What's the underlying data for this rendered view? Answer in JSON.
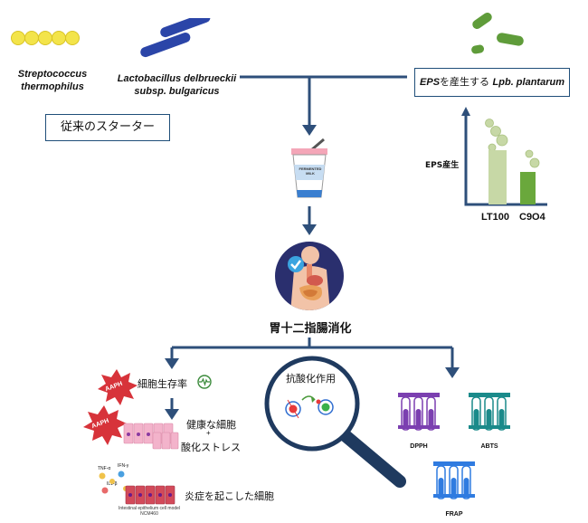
{
  "top_left": {
    "strep_label": "Streptococcus\nthermophilus",
    "lacto_label": "Lactobacillus delbrueckii\nsubsp. bulgaricus",
    "starter_box": "従来のスターター"
  },
  "top_right": {
    "eps_box_prefix": "EPS",
    "eps_box_mid": "を産生する ",
    "eps_box_species": "Lpb. plantarum",
    "eps_axis_label": "EPS産生",
    "strain1": "LT100",
    "strain2": "C9O4"
  },
  "center": {
    "cup_label": "FERMENTED\nMILK",
    "digestion_label": "胃十二指腸消化"
  },
  "left_branch": {
    "viability_label": "細胞生存率",
    "healthy_label": "健康な細胞",
    "plus": "+",
    "stress_label": "酸化ストレス",
    "inflamed_label": "炎症を起こした細胞",
    "aaph1": "AAPH",
    "aaph2": "AAPH",
    "cytokines": [
      "TNF-α",
      "IFN-γ",
      "IL1-β"
    ],
    "cell_model": "Intestinal epithelium cell model\nNCM460"
  },
  "middle_branch": {
    "antioxidant_label": "抗酸化作用"
  },
  "right_branch": {
    "dpph": "DPPH",
    "abts": "ABTS",
    "frap": "FRAP"
  },
  "colors": {
    "arrow": "#2e4f7a",
    "box_border": "#1f4e79",
    "strep": "#f3e44a",
    "lacto": "#2b45a8",
    "plantarum": "#5f9c3a",
    "bar_lt100": "#c7d8a6",
    "bar_c9o4": "#6aa83c",
    "dpph": "#7b3fb0",
    "abts": "#1a8a8a",
    "frap": "#2f7be0",
    "aaph": "#d7333a"
  }
}
